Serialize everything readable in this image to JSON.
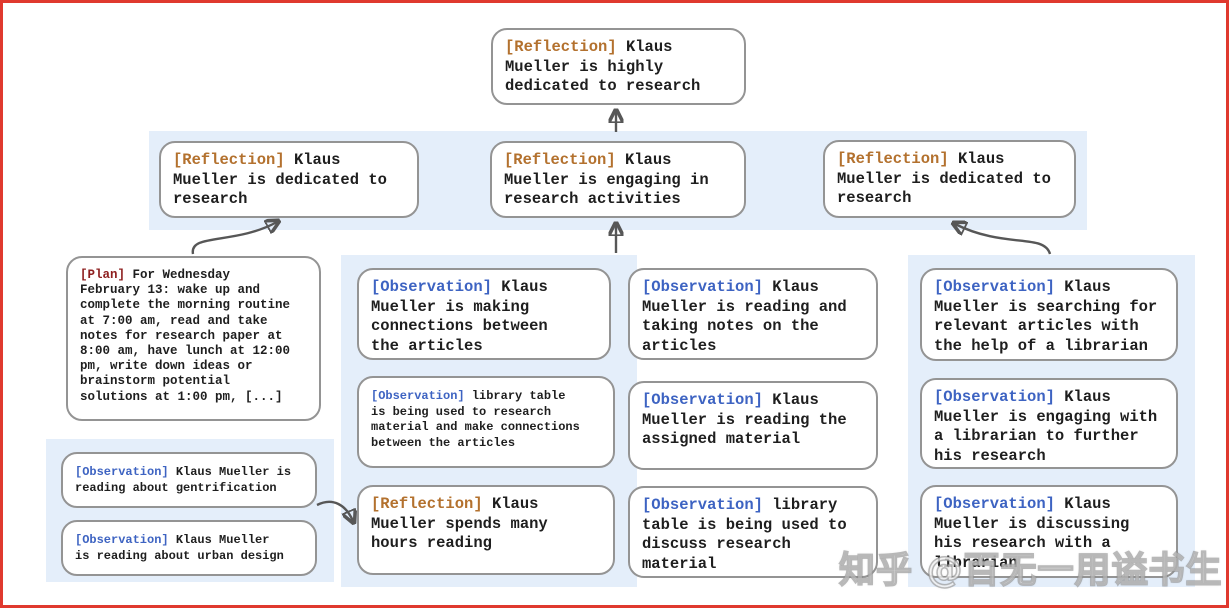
{
  "watermark": "知乎 @百无一用谥书生",
  "colors": {
    "frame_border": "#e0392f",
    "band_background": "#e4eefa",
    "box_border": "#949494",
    "body_text": "#1e1e1e",
    "reflection_label": "#b3712e",
    "observation_label": "#3d63c2",
    "plan_label": "#8e1f1f",
    "arrow": "#575757"
  },
  "nodes": {
    "root": {
      "tag": "[Reflection]",
      "text": "Klaus\nMueller is highly\ndedicated to research"
    },
    "refl_left": {
      "tag": "[Reflection]",
      "text": "Klaus\nMueller is dedicated to\nresearch"
    },
    "refl_mid": {
      "tag": "[Reflection]",
      "text": "Klaus\nMueller is engaging in\nresearch activities"
    },
    "refl_right": {
      "tag": "[Reflection]",
      "text": "Klaus\nMueller is dedicated to\nresearch"
    },
    "plan": {
      "tag": "[Plan]",
      "text": "For Wednesday\nFebruary 13: wake up and\ncomplete the morning routine\nat 7:00 am, read and take\nnotes for research paper at\n8:00 am, have lunch at 12:00\npm, write down ideas or\nbrainstorm potential\nsolutions at 1:00 pm, [...]"
    },
    "obs_gentrification": {
      "tag": "[Observation]",
      "text": "Klaus Mueller is\nreading about gentrification"
    },
    "obs_urban_design": {
      "tag": "[Observation]",
      "text": "Klaus Mueller\nis reading about urban design"
    },
    "obs_connections": {
      "tag": "[Observation]",
      "text": "Klaus\nMueller is making\nconnections between\nthe articles"
    },
    "obs_library_research": {
      "tag": "[Observation]",
      "text": "library table\nis being used to research\nmaterial and make connections\nbetween the articles"
    },
    "refl_hours": {
      "tag": "[Reflection]",
      "text": "Klaus\nMueller spends many\nhours reading"
    },
    "obs_taking_notes": {
      "tag": "[Observation]",
      "text": "Klaus\nMueller is reading and\ntaking notes on the\narticles"
    },
    "obs_assigned": {
      "tag": "[Observation]",
      "text": "Klaus\nMueller is reading the\nassigned material"
    },
    "obs_library_discuss": {
      "tag": "[Observation]",
      "text": "library\ntable is being used to\ndiscuss research material"
    },
    "obs_searching": {
      "tag": "[Observation]",
      "text": "Klaus\nMueller is searching for\nrelevant articles with\nthe help of a librarian"
    },
    "obs_librarian_engage": {
      "tag": "[Observation]",
      "text": "Klaus\nMueller is engaging with\na librarian to further\nhis research"
    },
    "obs_librarian_discuss": {
      "tag": "[Observation]",
      "text": "Klaus\nMueller is discussing\nhis research with a\nlibrarian"
    }
  },
  "edges": [
    {
      "from": "refl_mid",
      "to": "root"
    },
    {
      "from": "plan",
      "to": "refl_left"
    },
    {
      "from": "middle_column",
      "to": "refl_mid"
    },
    {
      "from": "right_column",
      "to": "refl_right"
    },
    {
      "from": "left_observations",
      "to": "refl_hours"
    }
  ]
}
